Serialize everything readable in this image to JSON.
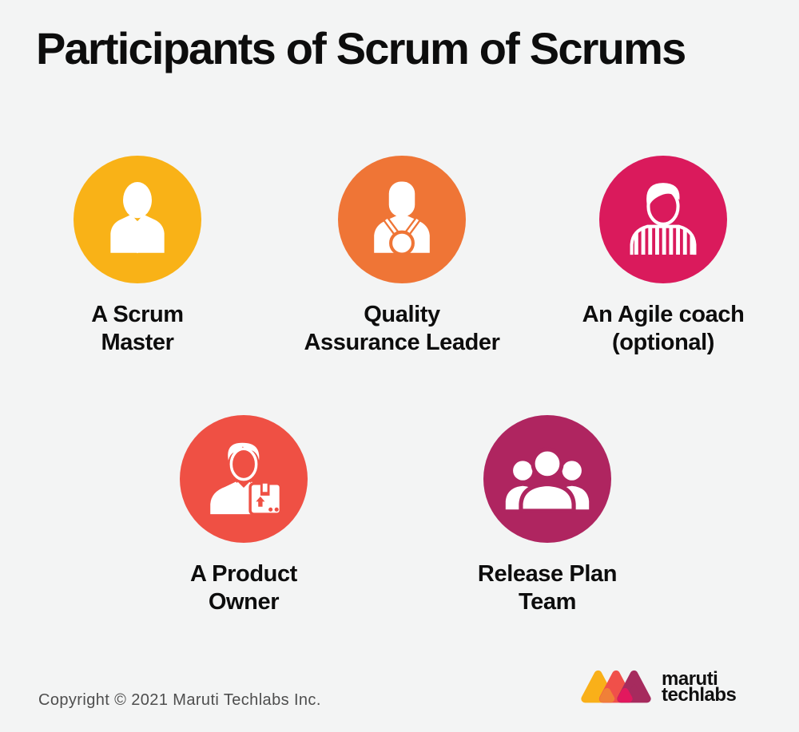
{
  "page": {
    "background": "#F3F4F4"
  },
  "header": {
    "title": "Participants of Scrum of Scrums"
  },
  "participants": [
    {
      "name": "scrum-master",
      "label": "A Scrum\nMaster",
      "color": "#F9B217",
      "icon": "businessman-tie-icon"
    },
    {
      "name": "qa-leader",
      "label": "Quality\nAssurance Leader",
      "color": "#EF7536",
      "icon": "person-medal-icon"
    },
    {
      "name": "agile-coach",
      "label": "An Agile coach\n(optional)",
      "color": "#DA1A5C",
      "icon": "referee-person-icon"
    },
    {
      "name": "product-owner",
      "label": "A Product\nOwner",
      "color": "#EF5044",
      "icon": "person-package-icon"
    },
    {
      "name": "release-plan-team",
      "label": "Release Plan\nTeam",
      "color": "#AF2560",
      "icon": "people-group-icon"
    }
  ],
  "footer": {
    "copyright": "Copyright © 2021 Maruti Techlabs Inc.",
    "logo": {
      "brand_line1": "maruti",
      "brand_line2": "techlabs",
      "triangle_colors": {
        "left": "#F9B019",
        "middle": "#F0504A",
        "right": "#A62B5E",
        "overlap_left": "#F08038",
        "overlap_right": "#E2185E"
      }
    }
  }
}
